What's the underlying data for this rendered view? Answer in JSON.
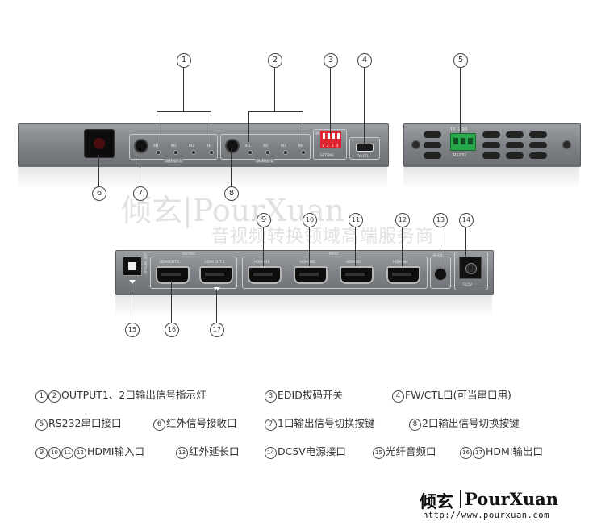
{
  "callouts": {
    "c1": "1",
    "c2": "2",
    "c3": "3",
    "c4": "4",
    "c5": "5",
    "c6": "6",
    "c7": "7",
    "c8": "8",
    "c9": "9",
    "c10": "10",
    "c11": "11",
    "c12": "12",
    "c13": "13",
    "c14": "14",
    "c15": "15",
    "c16": "16",
    "c17": "17"
  },
  "front_panel": {
    "in_labels": [
      "IN1",
      "IN2",
      "IN3",
      "IN4"
    ],
    "output1_label": "OUTPUT 1",
    "output2_label": "OUTPUT 2",
    "setting_label": "SETTING",
    "dip_on": "ON",
    "dip_numbers": [
      "1",
      "2",
      "3",
      "4"
    ],
    "fwctl_label": "FW/CTL"
  },
  "side_panel": {
    "tx_rx_label": "TX ⏚ RX",
    "rs232_label": "RS232"
  },
  "rear_panel": {
    "optical_label": "OPTICAL OUT",
    "output_label": "OUTPUT",
    "hdmi_out1": "HDMI OUT 1",
    "hdmi_out2": "HDMI OUT 2",
    "input_label": "INPUT",
    "hdmi_in1": "HDMI IN1",
    "hdmi_in2": "HDMI IN2",
    "hdmi_in3": "HDMI IN3",
    "hdmi_in4": "HDMI IN4",
    "ir_ext": "IR Ext",
    "dc5v": "DC5V"
  },
  "watermark": {
    "brand": "倾玄|PourXuan",
    "slogan": "音视频转换领域高端服务商"
  },
  "legend": {
    "l1": "OUTPUT1、2口输出信号指示灯",
    "l3": "EDID拔码开关",
    "l4": "FW/CTL口(可当串口用)",
    "l5": "RS232串口接口",
    "l6": "红外信号接收口",
    "l7": "1口输出信号切换按键",
    "l8": "2口输出信号切换按键",
    "l9": "HDMI输入口",
    "l13": "红外延长口",
    "l14": "DC5V电源接口",
    "l15": "光纤音频口",
    "l16": "HDMI输出口"
  },
  "logo": {
    "cn": "倾玄",
    "en": "PourXuan",
    "url": "http://www.pourxuan.com"
  }
}
